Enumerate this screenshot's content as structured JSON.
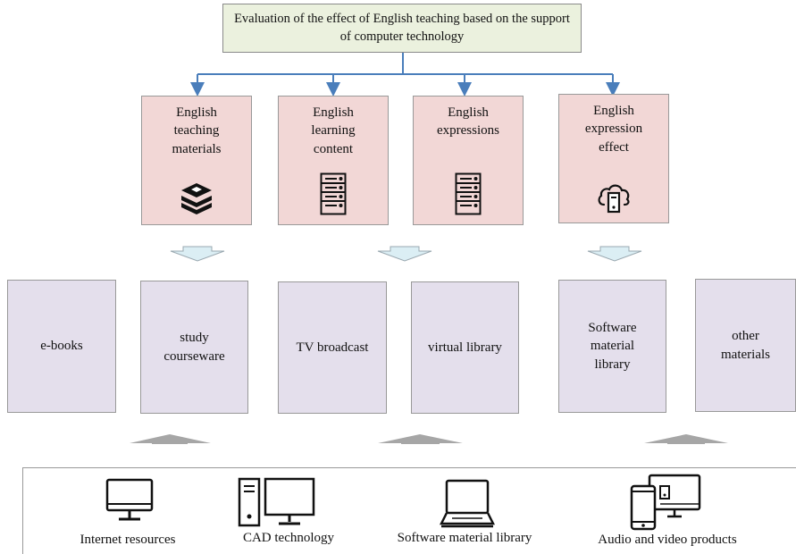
{
  "title": "Evaluation of the effect of English teaching based on the support of computer technology",
  "categories": [
    {
      "label": "English teaching materials",
      "icon": "stack-layers-icon"
    },
    {
      "label": "English learning content",
      "icon": "server-icon"
    },
    {
      "label": "English expressions",
      "icon": "server-icon"
    },
    {
      "label": "English expression effect",
      "icon": "cloud-device-icon"
    }
  ],
  "materials": [
    {
      "label": "e-books"
    },
    {
      "label": "study courseware"
    },
    {
      "label": "TV broadcast"
    },
    {
      "label": "virtual library"
    },
    {
      "label": "Software material library"
    },
    {
      "label": "other materials"
    }
  ],
  "resources": [
    {
      "label": "Internet resources",
      "icon": "monitor-icon"
    },
    {
      "label": "CAD technology",
      "icon": "desktop-computer-icon"
    },
    {
      "label": "Software material library",
      "icon": "laptop-icon"
    },
    {
      "label": "Audio and video products",
      "icon": "multi-device-icon"
    }
  ],
  "colors": {
    "title_fill": "#ebf1de",
    "category_fill": "#f2d7d6",
    "material_fill": "#e4dfec",
    "connector": "#4a7ebb",
    "down_arrow_fill": "#dbeef4",
    "up_arrow_fill": "#a6a6a6"
  }
}
